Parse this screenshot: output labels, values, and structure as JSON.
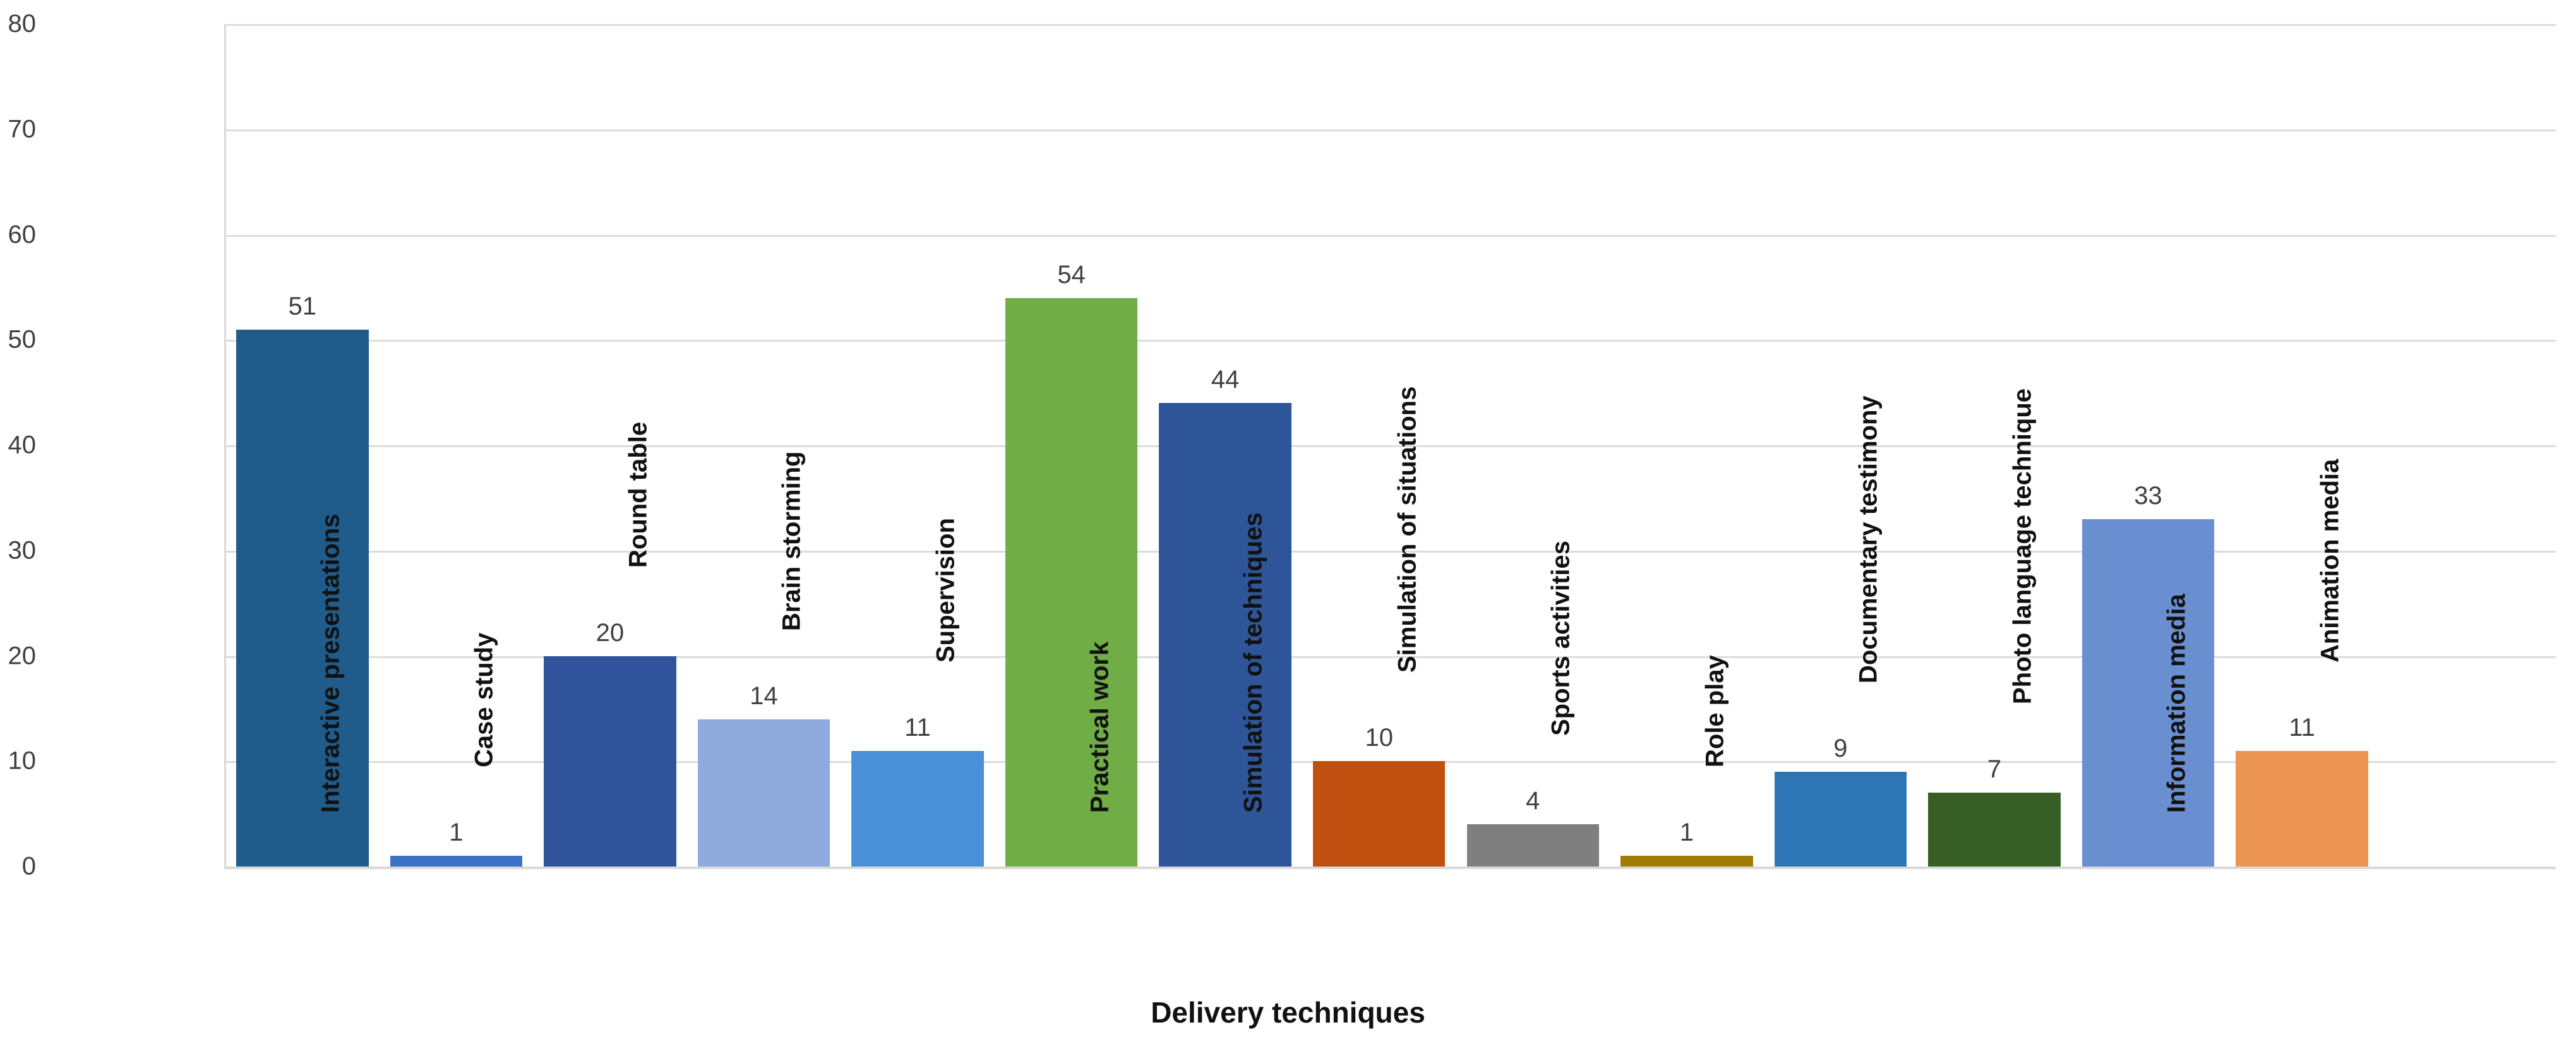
{
  "chart_data": {
    "type": "bar",
    "title": "",
    "xlabel": "Delivery techniques",
    "ylabel": "",
    "ylim": [
      0,
      80
    ],
    "ytick_step": 10,
    "yticks": [
      "0",
      "10",
      "20",
      "30",
      "40",
      "50",
      "60",
      "70",
      "80"
    ],
    "grid": true,
    "legend": "none",
    "categories": [
      "Interactive presentations",
      "Case study",
      "Round table",
      "Brain storming",
      "Supervision",
      "Practical work",
      "Simulation of techniques",
      "Simulation of situations",
      "Sports activities",
      "Role play",
      "Documentary testimony",
      "Photo language technique",
      "Information media",
      "Animation media"
    ],
    "values": [
      51,
      1,
      20,
      14,
      11,
      54,
      44,
      10,
      4,
      1,
      9,
      7,
      33,
      11
    ],
    "value_labels": [
      "51",
      "1",
      "20",
      "14",
      "11",
      "54",
      "44",
      "10",
      "4",
      "1",
      "9",
      "7",
      "33",
      "11"
    ],
    "colors": [
      "#1F5C8B",
      "#3B72C4",
      "#31539B",
      "#8FAADC",
      "#4A90D8",
      "#70AD47",
      "#2E5597",
      "#C0500F",
      "#7F7F7F",
      "#A07C00",
      "#2E75B6",
      "#375E24",
      "#6A8FD0",
      "#ED9553"
    ],
    "label_inside_bar": [
      true,
      false,
      false,
      false,
      false,
      true,
      true,
      false,
      false,
      false,
      false,
      false,
      true,
      false
    ]
  },
  "axis": {
    "x_title": "Delivery techniques"
  }
}
